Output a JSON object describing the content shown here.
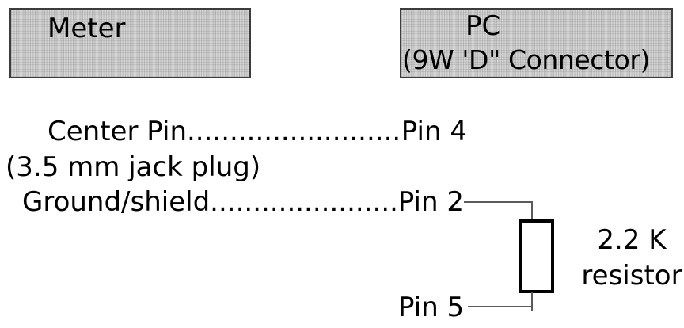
{
  "meter_box": {
    "label": "Meter"
  },
  "pc_box": {
    "line1": "PC",
    "line2": "(9W 'D\" Connector)"
  },
  "connections": {
    "row1": {
      "meter_side": "Center Pin",
      "leader": "..........................",
      "pc_side": "Pin 4"
    },
    "row1_note": "(3.5 mm jack plug)",
    "row2": {
      "meter_side": "Ground/shield",
      "leader": "......................",
      "pc_side": "Pin 2"
    },
    "row3_pc_side": "Pin 5"
  },
  "resistor": {
    "value": "2.2 K",
    "type": "resistor"
  },
  "colors": {
    "background": "#ffffff",
    "box_fill": "#c9c9c9",
    "box_border": "#3c3c3c",
    "wire": "#5a5a5a",
    "resistor_border": "#000000",
    "text": "#000000"
  }
}
